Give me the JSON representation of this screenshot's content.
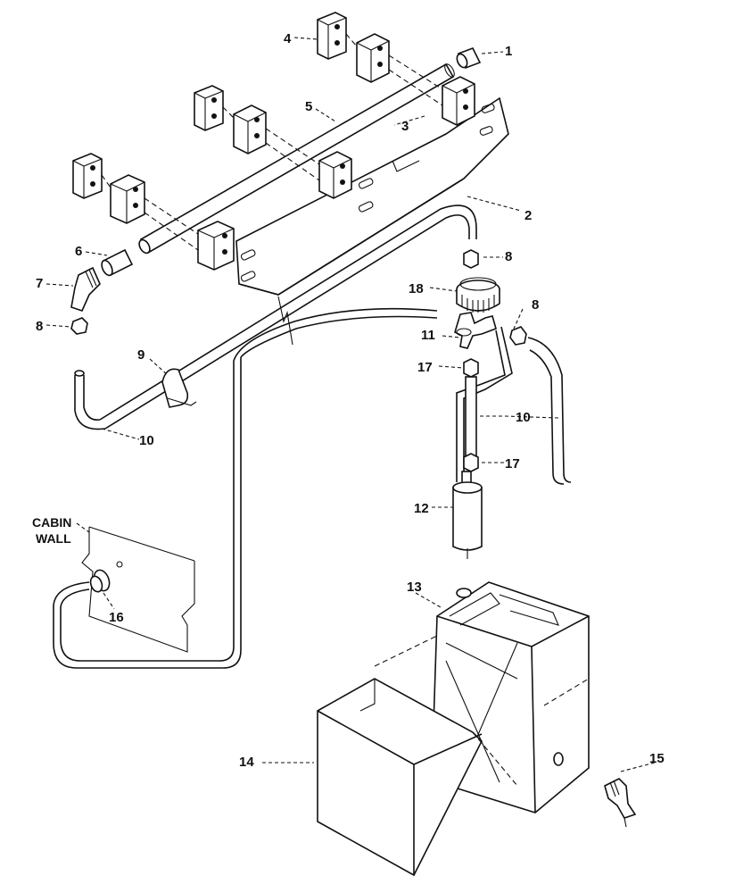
{
  "labels": {
    "p1": "1",
    "p2": "2",
    "p3": "3",
    "p4": "4",
    "p5": "5",
    "p6": "6",
    "p7": "7",
    "p8a": "8",
    "p8b": "8",
    "p8c": "8",
    "p9": "9",
    "p10a": "10",
    "p10b": "10",
    "p11": "11",
    "p12": "12",
    "p13": "13",
    "p14": "14",
    "p15": "15",
    "p16": "16",
    "p17a": "17",
    "p17b": "17",
    "p18": "18",
    "cabin_line1": "CABIN",
    "cabin_line2": "WALL"
  }
}
